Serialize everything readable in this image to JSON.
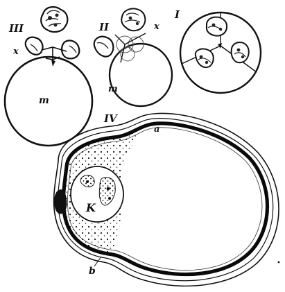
{
  "figure": {
    "panel_labels": {
      "iii": "III",
      "ii": "II",
      "i": "I",
      "iv": "IV"
    },
    "part_labels": {
      "x_iii": "x",
      "x_ii": "x",
      "m_iii": "m",
      "m_ii": "m",
      "a": "a",
      "b": "b",
      "k": "K"
    }
  }
}
